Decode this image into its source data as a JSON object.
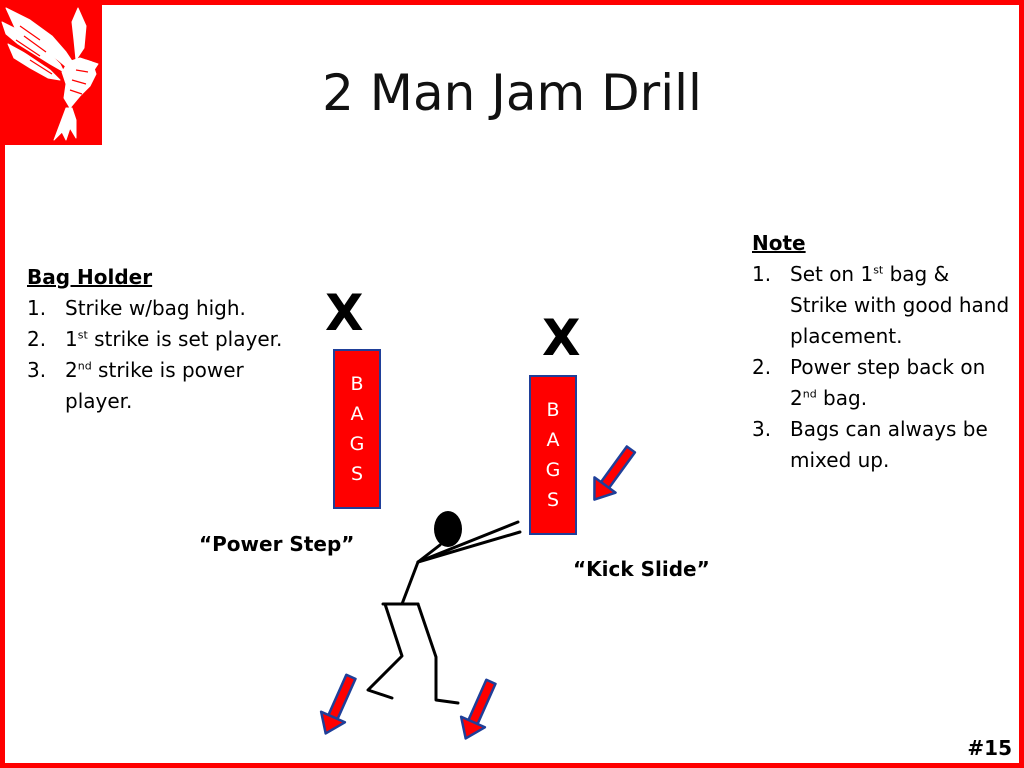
{
  "slide": {
    "title": "2 Man Jam Drill",
    "page_number": "#15",
    "accent_color": "#ff0000",
    "bag_border_color": "#1f3f99"
  },
  "logo": {
    "icon": "eagle-icon"
  },
  "bag_holder": {
    "heading": "Bag Holder",
    "items": [
      {
        "num": "1.",
        "text": "Strike w/bag high."
      },
      {
        "num": "2.",
        "pre": "1",
        "sup": "st",
        "post": " strike is set player."
      },
      {
        "num": "3.",
        "pre": "2",
        "sup": "nd",
        "post": " strike is power player."
      }
    ]
  },
  "note": {
    "heading": "Note",
    "items": [
      {
        "num": "1.",
        "pre": "Set on 1",
        "sup": "st",
        "post": " bag & Strike with good hand placement."
      },
      {
        "num": "2.",
        "pre": "Power step back on 2",
        "sup": "nd",
        "post": " bag."
      },
      {
        "num": "3.",
        "text": " Bags can always be mixed up."
      }
    ]
  },
  "diagram": {
    "players": [
      "X",
      "X"
    ],
    "bags": [
      {
        "letters": [
          "B",
          "A",
          "G",
          "S"
        ]
      },
      {
        "letters": [
          "B",
          "A",
          "G",
          "S"
        ]
      }
    ],
    "labels": {
      "power_step": "“Power Step”",
      "kick_slide": "“Kick Slide”"
    }
  }
}
